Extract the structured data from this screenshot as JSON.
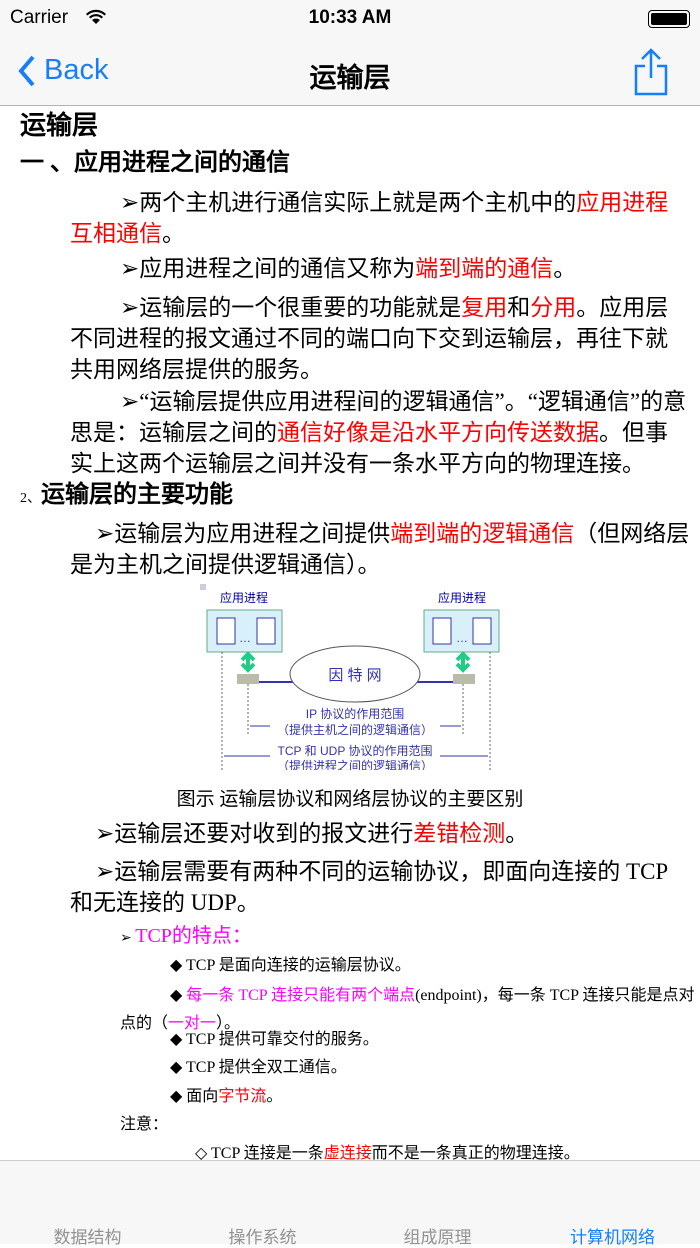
{
  "status": {
    "carrier": "Carrier",
    "time": "10:33 AM",
    "battery_percent": 100
  },
  "nav": {
    "back": "Back",
    "title": "运输层"
  },
  "doc": {
    "h1": "运输层",
    "h2a": "一 、应用进程之间的通信",
    "p1": [
      "➢两个主机进行通信实际上就是两个主机中的",
      "应用进程互相通信",
      "。"
    ],
    "p2": [
      "➢应用进程之间的通信又称为",
      "端到端的通信",
      "。"
    ],
    "p3": [
      "➢运输层的一个很重要的功能就是",
      "复用",
      "和",
      "分用",
      "。应用层不同进程的报文通过不同的端口向下交到运输层，再往下就共用网络层提供的服务。"
    ],
    "p4": [
      "➢“运输层提供应用进程间的逻辑通信”。“逻辑通信”的意思是：运输层之间的",
      "通信好像是沿水平方向传送数据",
      "。但事实上这两个运输层之间并没有一条水平方向的物理连接。"
    ],
    "h2b_num": "2、",
    "h2b": "运输层的主要功能",
    "p5": [
      "➢运输层为应用进程之间提供",
      "端到端的逻辑通信",
      "（但网络层是为主机之间提供逻辑通信）。"
    ],
    "figure": {
      "app_left": "应用进程",
      "app_right": "应用进程",
      "cloud": "因 特 网",
      "ip1": "IP 协议的作用范围",
      "ip2": "（提供主机之间的逻辑通信）",
      "tcp1": "TCP 和 UDP 协议的作用范围",
      "tcp2": "（提供进程之间的逻辑通信）",
      "caption": "图示  运输层协议和网络层协议的主要区别"
    },
    "p6": [
      "➢运输层还要对收到的报文进行",
      "差错检测",
      "。"
    ],
    "p7": "➢运输层需要有两种不同的运输协议，即面向连接的 TCP 和无连接的 UDP。",
    "tcp_head": [
      "➢ ",
      "TCP的特点："
    ],
    "b1": "◆ TCP 是面向连接的运输层协议。",
    "b2": [
      "◆ ",
      "每一条 TCP 连接只能有两个端点",
      "(endpoint)，每一条 TCP 连接只能是点对点的（",
      "一对一",
      "）。"
    ],
    "b3": "◆ TCP 提供可靠交付的服务。",
    "b4": "◆ TCP 提供全双工通信。",
    "b5": [
      "◆ 面向",
      "字节流",
      "。"
    ],
    "note": "注意：",
    "n1": [
      "◇ TCP 连接是一条",
      "虚连接",
      "而不是一条真正的物理连接。"
    ]
  },
  "tabs": [
    {
      "label": "数据结构"
    },
    {
      "label": "操作系统"
    },
    {
      "label": "组成原理"
    },
    {
      "label": "计算机网络",
      "active": true
    }
  ],
  "colors": {
    "accent": "#157efb",
    "highlight_red": "#ff0000",
    "highlight_magenta": "#ff00ff"
  }
}
